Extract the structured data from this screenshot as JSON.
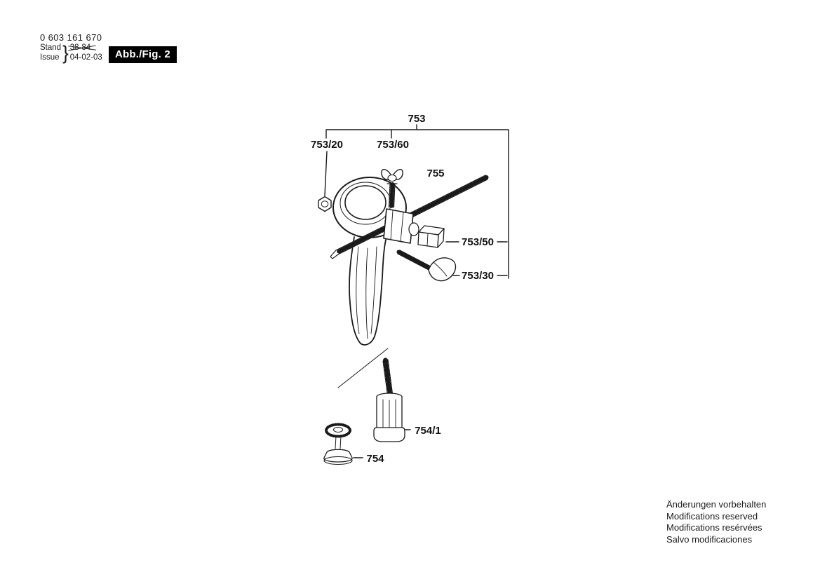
{
  "header": {
    "document_number": "0 603 161 670",
    "stand_label": "Stand",
    "issue_label": "Issue",
    "brace": "}",
    "superseded_date": "38-84",
    "issue_date": "04-02-03",
    "figure_label": "Abb./Fig. 2"
  },
  "diagram": {
    "labels": {
      "l753": "753",
      "l753_20": "753/20",
      "l753_60": "753/60",
      "l755": "755",
      "l753_50": "753/50",
      "l753_30": "753/30",
      "l754_1": "754/1",
      "l754": "754"
    }
  },
  "footer": {
    "lines": [
      "Änderungen vorbehalten",
      "Modifications reserved",
      "Modifications resérvées",
      "Salvo modificaciones"
    ]
  }
}
